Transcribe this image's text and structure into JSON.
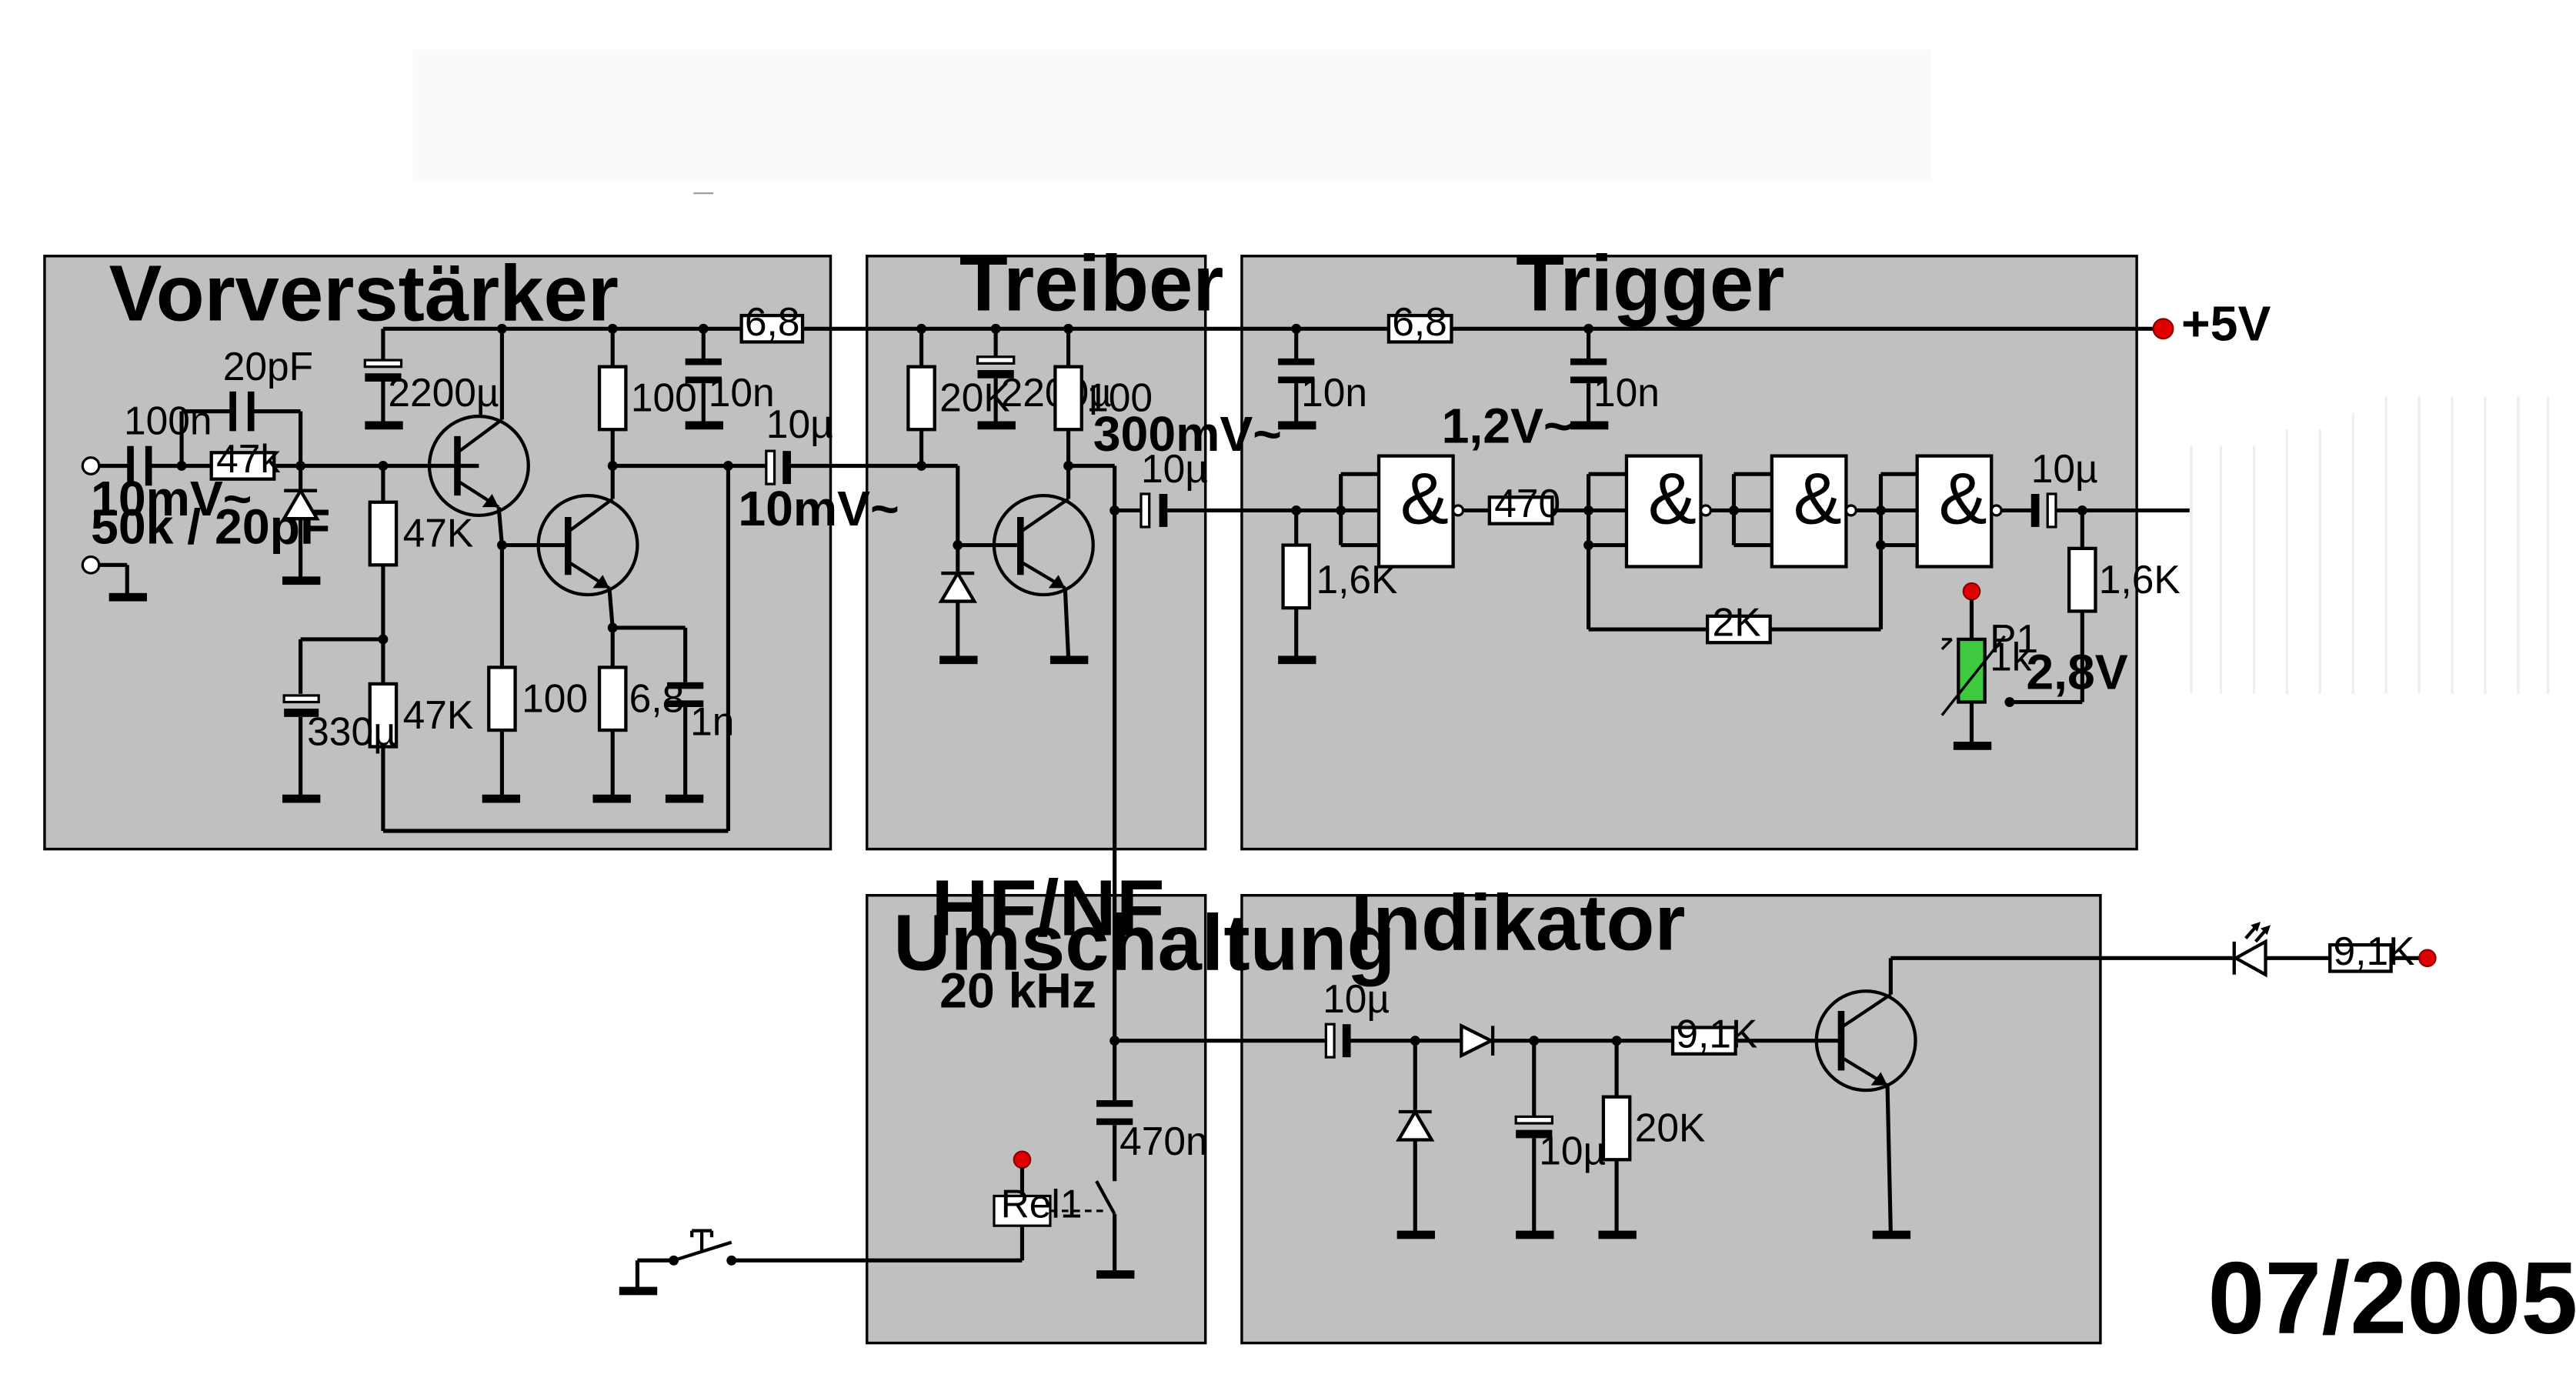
{
  "blocks": {
    "vorverstaerker": "Vorverstärker",
    "treiber": "Treiber",
    "trigger": "Trigger",
    "hfnf_line1": "HF/NF",
    "hfnf_line2": "Umschaltung",
    "hfnf_freq": "20 kHz",
    "indikator": "Indikator"
  },
  "supply": "+5V",
  "date": "07/2005",
  "gate_symbol": "&",
  "relay": "Rel1",
  "pot_name": "P1",
  "pot_value": "1k",
  "signals": {
    "in_level": "10mV~",
    "in_impedance": "50k / 20pF",
    "pre_out": "10mV~",
    "drv_out": "300mV~",
    "trig_in": "1,2V~",
    "pot_level": "2,8V"
  },
  "components": {
    "c_in": "100n",
    "c_fb": "20pF",
    "r_fb": "47k",
    "c_bulk_pre": "2200µ",
    "r_bias_top": "47K",
    "r_bias_bot": "47K",
    "c_bias": "330µ",
    "r_q1_em": "100",
    "r_q2_col": "100",
    "c_pre_dec": "10n",
    "r_q2_em": "6,8",
    "c_q2_em": "1n",
    "r_supply_pre": "6,8",
    "c_couple1": "10µ",
    "r_drv_base": "20K",
    "c_drv_bulk": "2200µ",
    "r_drv_col": "100",
    "c_couple2": "10µ",
    "c_trig_dec1": "10n",
    "r_supply_trig": "6,8",
    "c_trig_dec2": "10n",
    "r_trig_in": "1,6K",
    "r_gate": "470",
    "r_hyst": "2K",
    "c_out": "10µ",
    "r_out": "1,6K",
    "c_switch": "470n",
    "c_ind_in": "10µ",
    "c_ind_store": "10µ",
    "r_ind_load": "20K",
    "r_ind_base": "9,1K",
    "r_led": "9,1K"
  }
}
